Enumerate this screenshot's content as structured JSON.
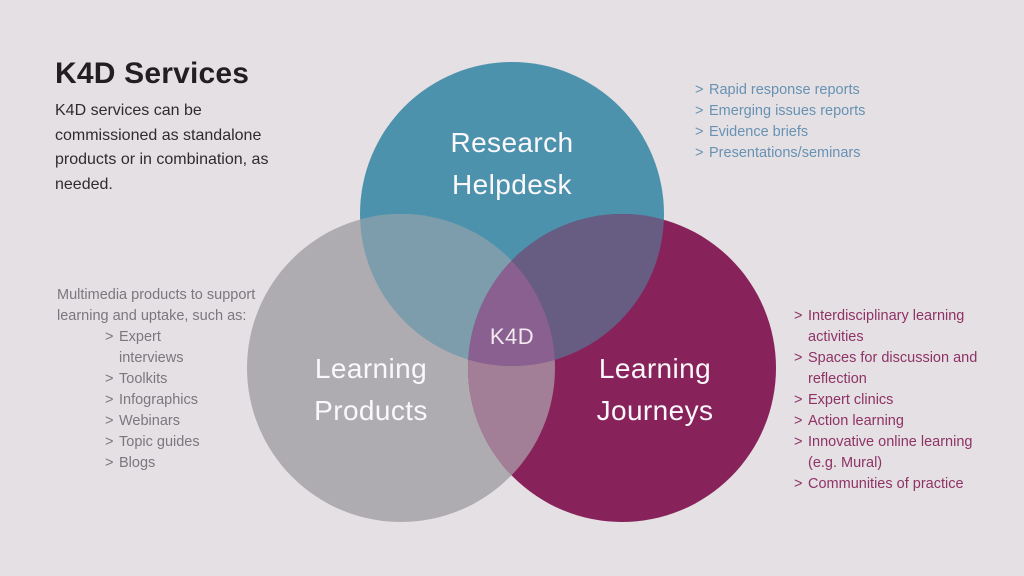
{
  "header": {
    "title": "K4D Services",
    "description": "K4D services can be commissioned as standalone products or in combination, as needed."
  },
  "marker": ">",
  "venn": {
    "center_label": "K4D",
    "colors": {
      "background": "#e5e0e4",
      "research_helpdesk": "#4d92ac",
      "learning_products": "#aeacb1",
      "learning_journeys": "#87235a",
      "research_products_overlap": "#7e9dac",
      "research_journeys_overlap": "#675c81",
      "products_journeys_overlap": "#a37e97",
      "triple_overlap": "#8a6090",
      "label_text": "#fbf8fb"
    },
    "circles": [
      {
        "id": "research-helpdesk",
        "label_lines": [
          "Research",
          "Helpdesk"
        ]
      },
      {
        "id": "learning-products",
        "label_lines": [
          "Learning",
          "Products"
        ]
      },
      {
        "id": "learning-journeys",
        "label_lines": [
          "Learning",
          "Journeys"
        ]
      }
    ]
  },
  "lists": {
    "research_helpdesk": {
      "text_color": "#6792b3",
      "items": [
        "Rapid response reports",
        "Emerging issues reports",
        "Evidence briefs",
        "Presentations/seminars"
      ]
    },
    "learning_products": {
      "text_color": "#7a777e",
      "intro": "Multimedia products to support learning and uptake, such as:",
      "items": [
        "Expert interviews",
        "Toolkits",
        "Infographics",
        "Webinars",
        "Topic guides",
        "Blogs"
      ]
    },
    "learning_journeys": {
      "text_color": "#8e3366",
      "items": [
        "Interdisciplinary learning activities",
        "Spaces for discussion and reflection",
        "Expert clinics",
        "Action learning",
        "Innovative online learning (e.g. Mural)",
        "Communities of practice"
      ]
    }
  }
}
